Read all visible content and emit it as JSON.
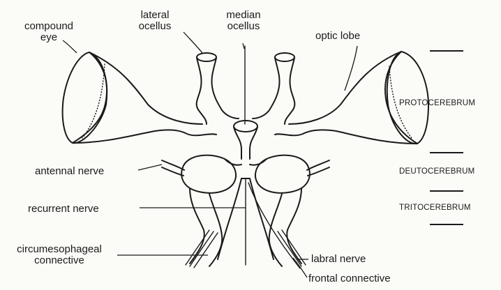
{
  "labels": {
    "compound_eye_line1": "compound",
    "compound_eye_line2": "eye",
    "lateral_ocellus_line1": "lateral",
    "lateral_ocellus_line2": "ocellus",
    "median_ocellus_line1": "median",
    "median_ocellus_line2": "ocellus",
    "optic_lobe": "optic lobe",
    "antennal_nerve": "antennal nerve",
    "recurrent_nerve": "recurrent nerve",
    "circumesophageal_line1": "circumesophageal",
    "circumesophageal_line2": "connective",
    "labral_nerve": "labral nerve",
    "frontal_connective": "frontal connective"
  },
  "brain_regions": {
    "protocerebrum": "PROTOCEREBRUM",
    "deutocerebrum": "DEUTOCEREBRUM",
    "tritocerebrum": "TRITOCEREBRUM"
  }
}
